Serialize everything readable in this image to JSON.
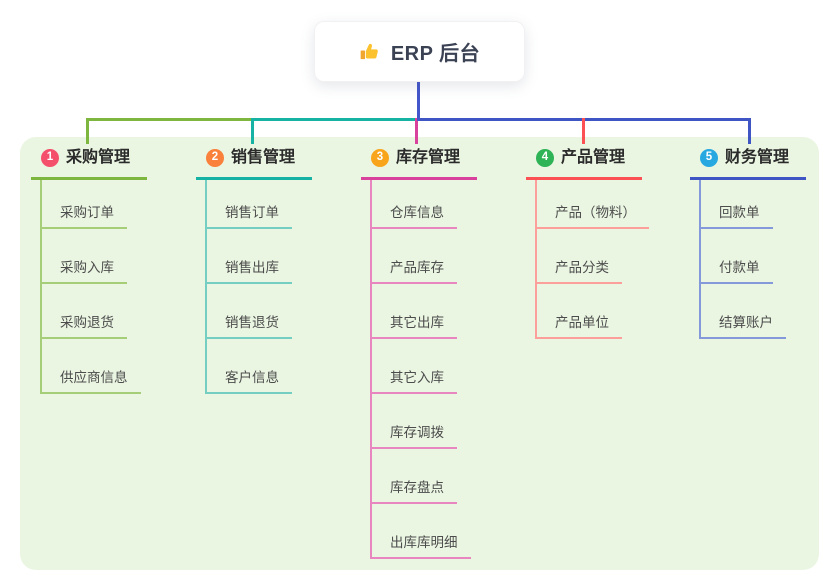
{
  "root": {
    "title": "ERP 后台",
    "icon": "thumbs-up-icon",
    "icon_color": "#fbc22d"
  },
  "colors": {
    "panel_bg": "#eaf6e2",
    "root_connector": "#4456cb",
    "root_title_color": "#3b4254"
  },
  "branches": [
    {
      "index": "1",
      "label": "采购管理",
      "badge_color": "#f5506b",
      "line_color": "#7eb73f",
      "line_light_color": "#a6cd77",
      "children": [
        "采购订单",
        "采购入库",
        "采购退货",
        "供应商信息"
      ]
    },
    {
      "index": "2",
      "label": "销售管理",
      "badge_color": "#f9813b",
      "line_color": "#16b2a4",
      "line_light_color": "#74cfc2",
      "children": [
        "销售订单",
        "销售出库",
        "销售退货",
        "客户信息"
      ]
    },
    {
      "index": "3",
      "label": "库存管理",
      "badge_color": "#f9a51b",
      "line_color": "#d8429c",
      "line_light_color": "#e886c0",
      "children": [
        "仓库信息",
        "产品库存",
        "其它出库",
        "其它入库",
        "库存调拨",
        "库存盘点",
        "出库库明细"
      ]
    },
    {
      "index": "4",
      "label": "产品管理",
      "badge_color": "#2eb357",
      "line_color": "#fb5155",
      "line_light_color": "#fc9e9a",
      "children": [
        "产品（物料）",
        "产品分类",
        "产品单位"
      ]
    },
    {
      "index": "5",
      "label": "财务管理",
      "badge_color": "#27a8e0",
      "line_color": "#4055c4",
      "line_light_color": "#8399da",
      "children": [
        "回款单",
        "付款单",
        "结算账户"
      ]
    }
  ]
}
